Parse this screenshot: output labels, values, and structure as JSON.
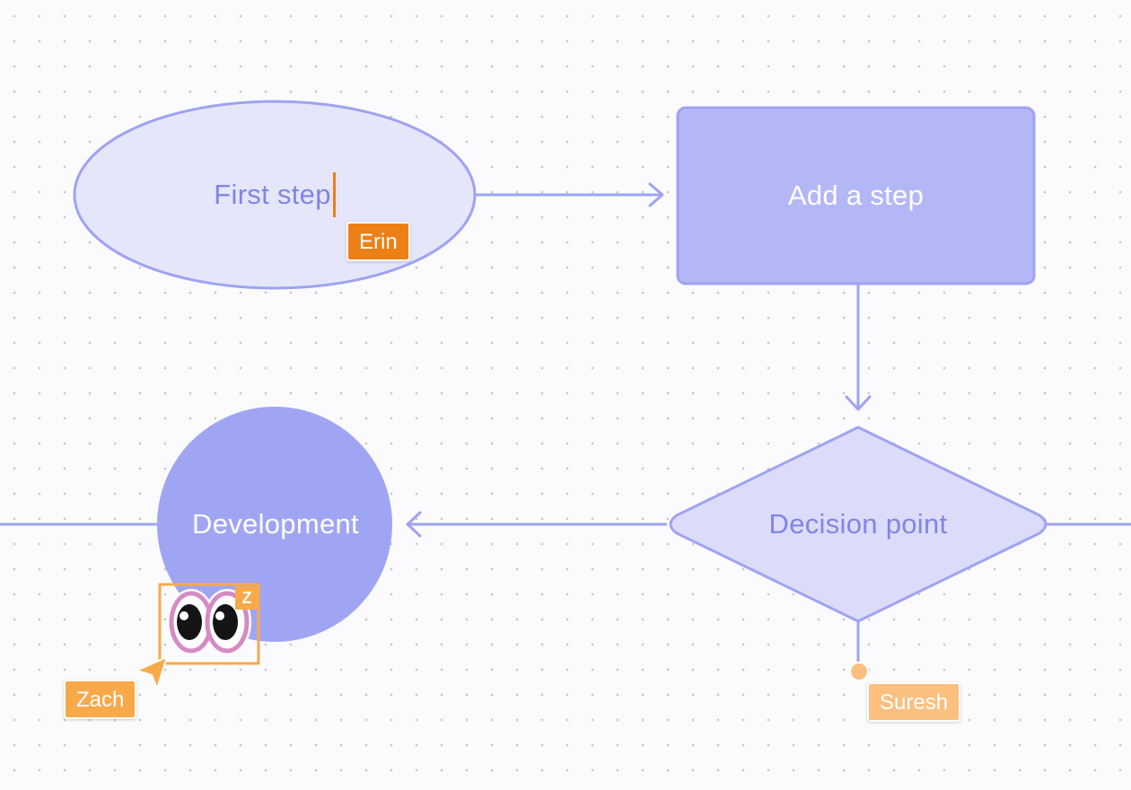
{
  "diagram": {
    "nodes": {
      "first_step": {
        "label": "First step",
        "shape": "ellipse"
      },
      "add_step": {
        "label": "Add a step",
        "shape": "rectangle"
      },
      "decision": {
        "label": "Decision point",
        "shape": "diamond"
      },
      "development": {
        "label": "Development",
        "shape": "circle"
      }
    },
    "edges": [
      {
        "from": "first_step",
        "to": "add_step"
      },
      {
        "from": "add_step",
        "to": "decision"
      },
      {
        "from": "decision",
        "to": "development"
      }
    ]
  },
  "collaborators": {
    "erin": {
      "name": "Erin",
      "color": "#ec7f16"
    },
    "zach": {
      "name": "Zach",
      "color": "#f8a94a"
    },
    "suresh": {
      "name": "Suresh",
      "color": "#fbbf80"
    }
  },
  "sticker": {
    "name": "eyes-sticker",
    "badge": "Z"
  },
  "colors": {
    "stroke": "#9ea3f2",
    "ellipse_fill": "#e6e6fb",
    "rect_fill": "#b4b7f6",
    "diamond_fill": "#dcdcfa",
    "circle_fill": "#a0a5f3",
    "label_dark": "#7f86e4",
    "label_light": "#ffffff"
  }
}
